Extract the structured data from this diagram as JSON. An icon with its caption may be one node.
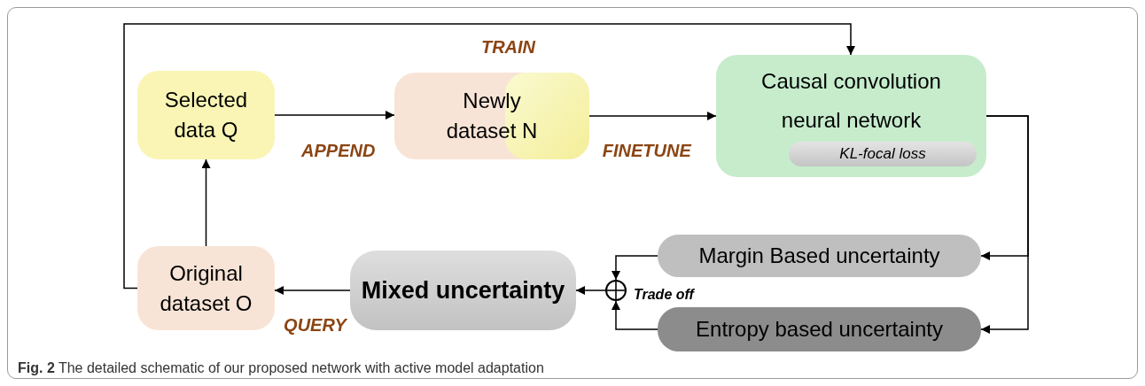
{
  "diagram": {
    "caption": "**Fig. 2** The detailed schematic of our proposed network with active model adaptation",
    "nodes": [
      {
        "text": [
          "Selected data Q"
        ]
      },
      {
        "text": [
          "Newly dataset N"
        ]
      },
      {
        "text": [
          "Causal convolution neural network"
        ]
      },
      {
        "text": [
          "KL-focal loss"
        ],
        "in": 2
      },
      {
        "text": [
          "Margin Based uncertainty"
        ]
      },
      {
        "text": [
          "Entropy based uncertainty"
        ]
      },
      {
        "text": [],
        "shape": "circle",
        "beside": [
          "Trade off"
        ]
      },
      {
        "text": [
          "Mixed uncertainty"
        ]
      },
      {
        "text": [
          "Original dataset O"
        ]
      }
    ],
    "edges": [
      {
        "from": 8,
        "to": 0,
        "arrow": "to"
      },
      {
        "from": 0,
        "to": 1,
        "arrow": "to",
        "label": "APPEND"
      },
      {
        "from": 1,
        "to": 2,
        "arrow": "to",
        "label": "FINETUNE"
      },
      {
        "from": 8,
        "to": 2,
        "arrow": "to",
        "label": "TRAIN"
      },
      {
        "from": 2,
        "to": 4,
        "arrow": "to"
      },
      {
        "from": 2,
        "to": 5,
        "arrow": "to"
      },
      {
        "from": 4,
        "to": 6,
        "arrow": "to"
      },
      {
        "from": 5,
        "to": 6,
        "arrow": "to"
      },
      {
        "from": 6,
        "to": 7,
        "arrow": "to"
      },
      {
        "from": 7,
        "to": 8,
        "arrow": "to",
        "label": "QUERY"
      }
    ]
  }
}
